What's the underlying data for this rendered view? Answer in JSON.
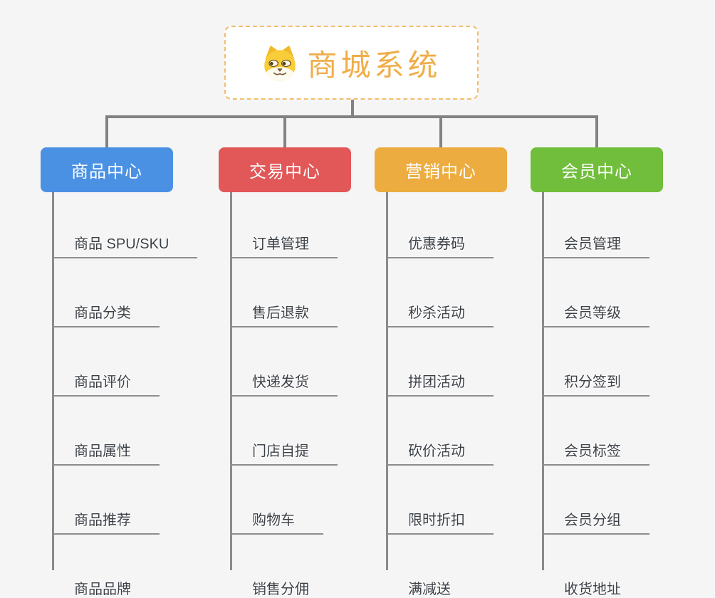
{
  "root": {
    "title": "商城系统",
    "icon": "dog-face-icon",
    "title_color": "#f0ad49",
    "border_color": "#f3bd6e"
  },
  "connector_color": "#828282",
  "background_color": "#f5f5f6",
  "branches": [
    {
      "label": "商品中心",
      "color": "#4a91e4",
      "items": [
        "商品 SPU/SKU",
        "商品分类",
        "商品评价",
        "商品属性",
        "商品推荐",
        "商品品牌"
      ]
    },
    {
      "label": "交易中心",
      "color": "#e25758",
      "items": [
        "订单管理",
        "售后退款",
        "快递发货",
        "门店自提",
        "购物车",
        "销售分佣"
      ]
    },
    {
      "label": "营销中心",
      "color": "#edac40",
      "items": [
        "优惠券码",
        "秒杀活动",
        "拼团活动",
        "砍价活动",
        "限时折扣",
        "满减送"
      ]
    },
    {
      "label": "会员中心",
      "color": "#70be3b",
      "items": [
        "会员管理",
        "会员等级",
        "积分签到",
        "会员标签",
        "会员分组",
        "收货地址"
      ]
    }
  ]
}
